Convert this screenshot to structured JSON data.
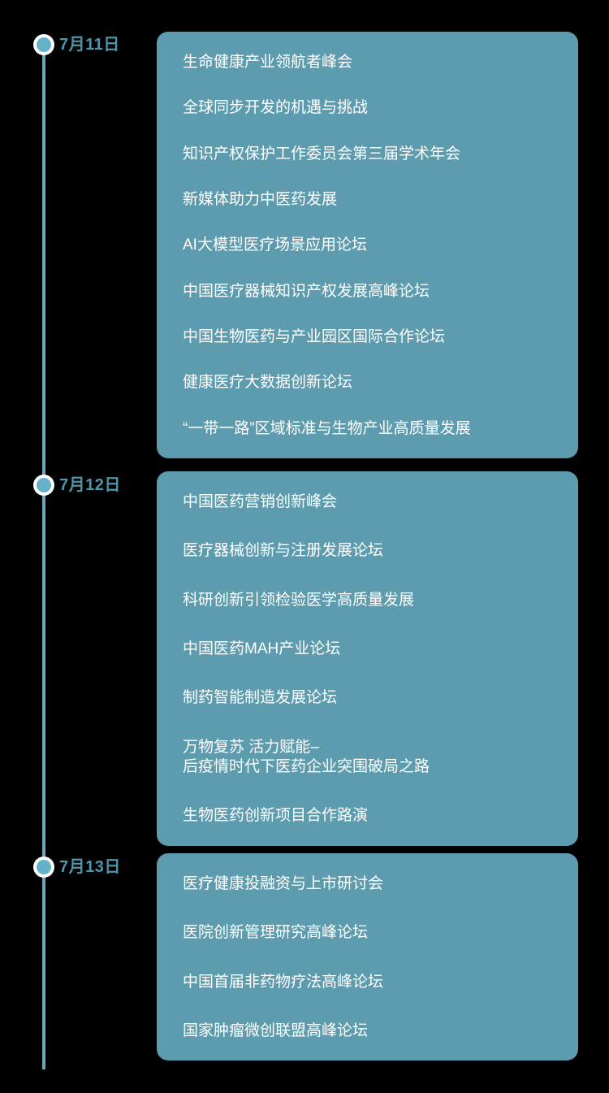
{
  "theme": {
    "background": "#000000",
    "card_background": "#5d9cae",
    "accent": "#63b2c9",
    "date_text_color": "#4f95aa",
    "line_color": "#6ca7b8",
    "session_text_color": "#ffffff"
  },
  "timeline": {
    "groups": [
      {
        "date": "7月11日",
        "marker": "timeline-dot-icon",
        "sessions": [
          "生命健康产业领航者峰会",
          "全球同步开发的机遇与挑战",
          "知识产权保护工作委员会第三届学术年会",
          "新媒体助力中医药发展",
          "AI大模型医疗场景应用论坛",
          "中国医疗器械知识产权发展高峰论坛",
          "中国生物医药与产业园区国际合作论坛",
          "健康医疗大数据创新论坛",
          "“一带一路”区域标准与生物产业高质量发展"
        ]
      },
      {
        "date": "7月12日",
        "marker": "timeline-dot-icon",
        "sessions": [
          "中国医药营销创新峰会",
          "医疗器械创新与注册发展论坛",
          "科研创新引领检验医学高质量发展",
          "中国医药MAH产业论坛",
          "制药智能制造发展论坛",
          "万物复苏 活力赋能–\n后疫情时代下医药企业突围破局之路",
          "生物医药创新项目合作路演"
        ]
      },
      {
        "date": "7月13日",
        "marker": "timeline-dot-icon",
        "sessions": [
          "医疗健康投融资与上市研讨会",
          "医院创新管理研究高峰论坛",
          "中国首届非药物疗法高峰论坛",
          "国家肿瘤微创联盟高峰论坛"
        ]
      }
    ]
  }
}
